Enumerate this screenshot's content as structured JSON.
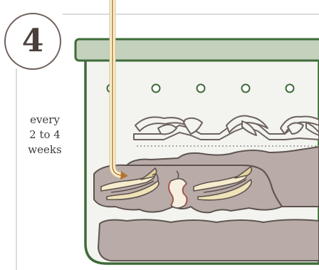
{
  "step": {
    "number": "4"
  },
  "frequency": {
    "line1": "every",
    "line2": "2 to 4",
    "line3": "weeks"
  },
  "icons": [
    "straw-tube-icon",
    "banana-peel-icon",
    "apple-core-icon",
    "banana-peel-icon",
    "bedding-icon",
    "air-hole-icon"
  ],
  "colors": {
    "bin_outline": "#3f6b3a",
    "lid": "#c4d1bc",
    "bin_fill": "#f3f4ef",
    "soil": "#b9aca8",
    "soil_outline": "#5d534f",
    "peel": "#f4eccc",
    "tube": "#fdf3d2",
    "badge_border": "#6f605a"
  }
}
